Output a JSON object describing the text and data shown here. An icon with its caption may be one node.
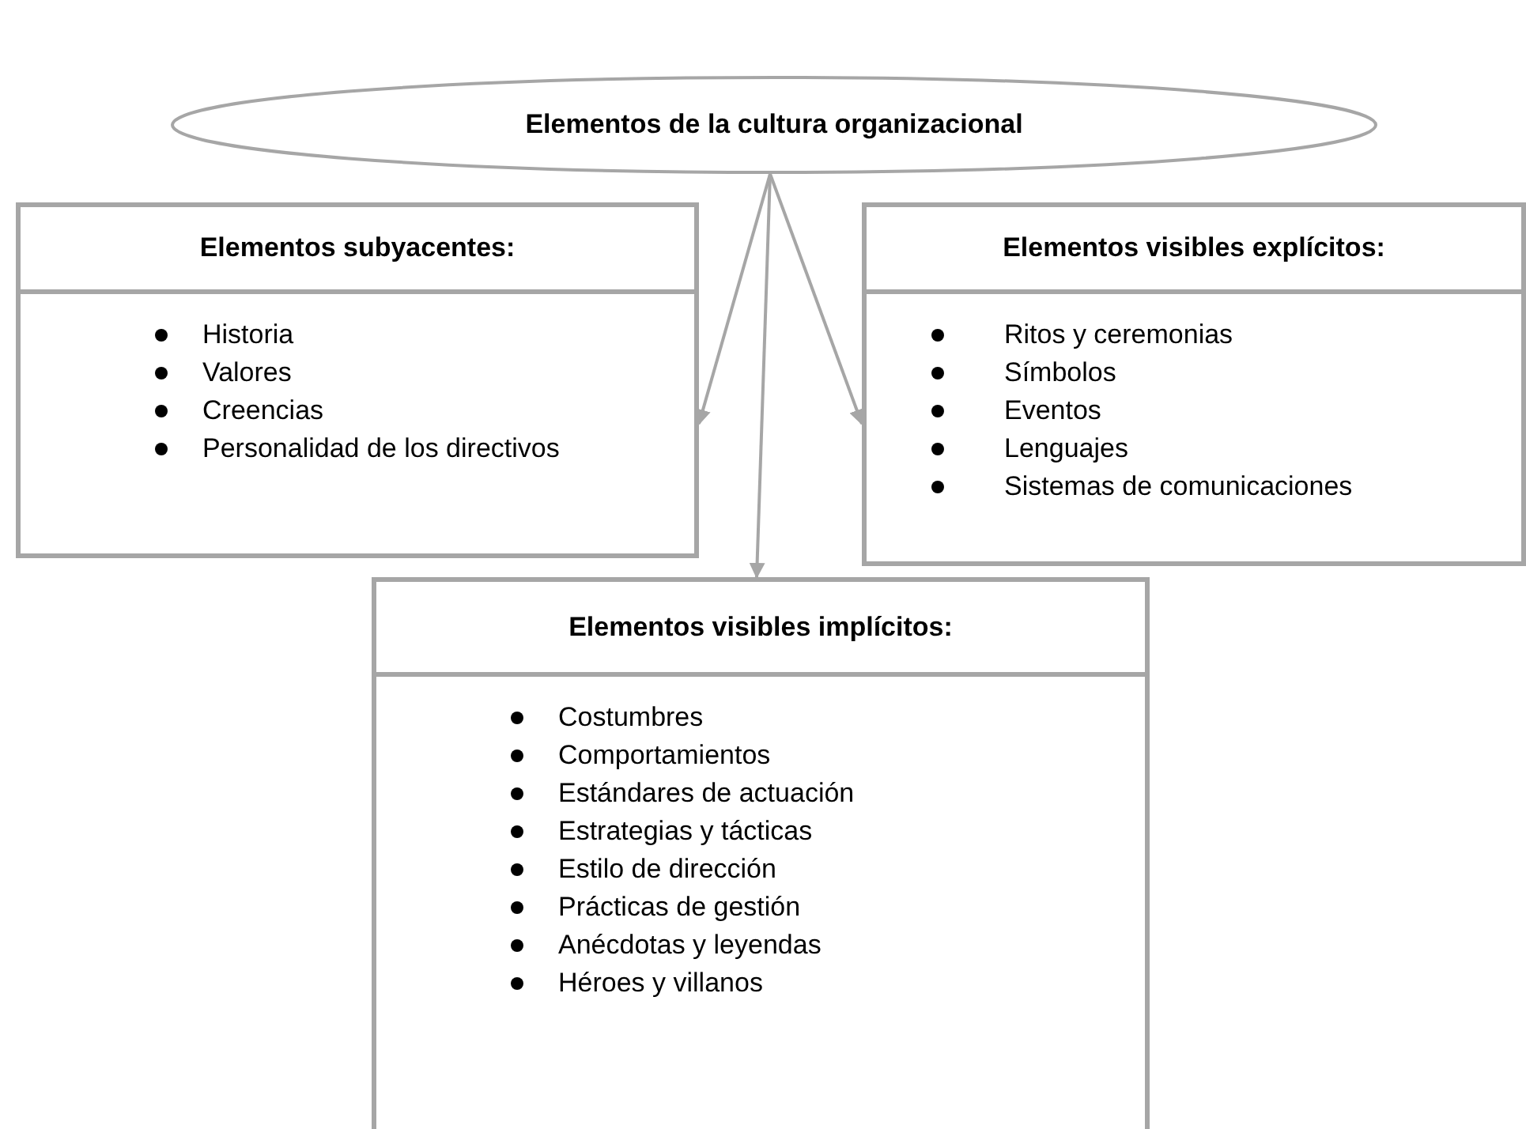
{
  "diagram": {
    "nodes": [
      {
        "text": [
          "Elementos de la cultura organizacional"
        ]
      },
      {
        "text": [
          "Elementos subyacentes:",
          "Historia",
          "Valores",
          "Creencias",
          "Personalidad de los directivos"
        ]
      },
      {
        "text": [
          "Elementos visibles explícitos:",
          "Ritos y ceremonias",
          "Símbolos",
          "Eventos",
          "Lenguajes",
          "Sistemas de comunicaciones"
        ]
      },
      {
        "text": [
          "Elementos visibles implícitos:",
          "Costumbres",
          "Comportamientos",
          "Estándares de actuación",
          "Estrategias y tácticas",
          "Estilo de dirección",
          "Prácticas de gestión",
          "Anécdotas y leyendas",
          "Héroes y villanos"
        ]
      }
    ],
    "edges": [
      {
        "from": 0,
        "to": 1,
        "arrow": "to"
      },
      {
        "from": 0,
        "to": 3,
        "arrow": "to"
      },
      {
        "from": 0,
        "to": 2,
        "arrow": "to"
      }
    ]
  }
}
